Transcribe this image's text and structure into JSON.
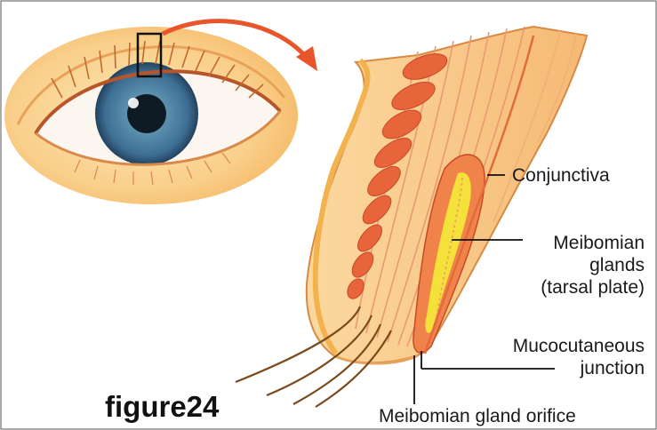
{
  "figure_label": "figure24",
  "labels": {
    "conjunctiva": "Conjunctiva",
    "meibomian_glands": [
      "Meibomian",
      "glands",
      "(tarsal plate)"
    ],
    "mucocutaneous_junction": [
      "Mucocutaneous",
      "junction"
    ],
    "meibomian_gland_orifice": "Meibomian gland orifice"
  },
  "colors": {
    "skin": "#f7c47a",
    "tissue": "#f3a15f",
    "gland": "#e8643a",
    "tarsal_yellow": "#f4e23a",
    "iris": "#4f86a8",
    "arrow": "#e8552a",
    "outline": "#d27a3a"
  }
}
